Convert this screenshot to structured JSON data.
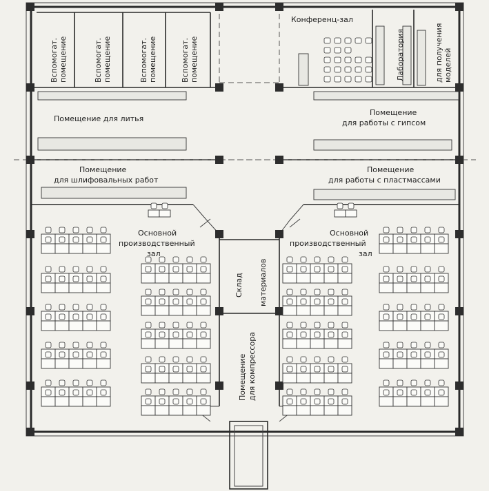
{
  "rooms": {
    "aux1": [
      "Вспомогат.",
      "помещение"
    ],
    "aux2": [
      "Вспомогат.",
      "помещение"
    ],
    "aux3": [
      "Вспомогат.",
      "помещение"
    ],
    "aux4": [
      "Вспомогат.",
      "помещение"
    ],
    "conference": "Конференц-зал",
    "laboratory": "Лаборатория",
    "model_room": [
      "для получения",
      "моделей"
    ],
    "casting": "Помещение для литья",
    "gypsum": [
      "Помещение",
      "для работы с гипсом"
    ],
    "grinding": [
      "Помещение",
      "для шлифовальных работ"
    ],
    "plastics": [
      "Помещение",
      "для работы с пластмассами"
    ],
    "hall_left": [
      "Основной",
      "производственный",
      "зал"
    ],
    "hall_right": [
      "Основной",
      "производственный",
      "зал"
    ],
    "storage": [
      "Склад",
      "материалов"
    ],
    "compressor": [
      "Помещение",
      "для компрессора"
    ]
  }
}
